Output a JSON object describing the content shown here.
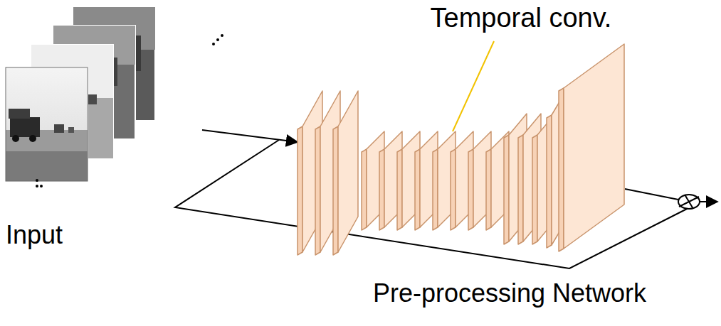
{
  "diagram": {
    "labels": [
      "Temporal conv.",
      "Input",
      "Pre-processing Network"
    ]
  }
}
